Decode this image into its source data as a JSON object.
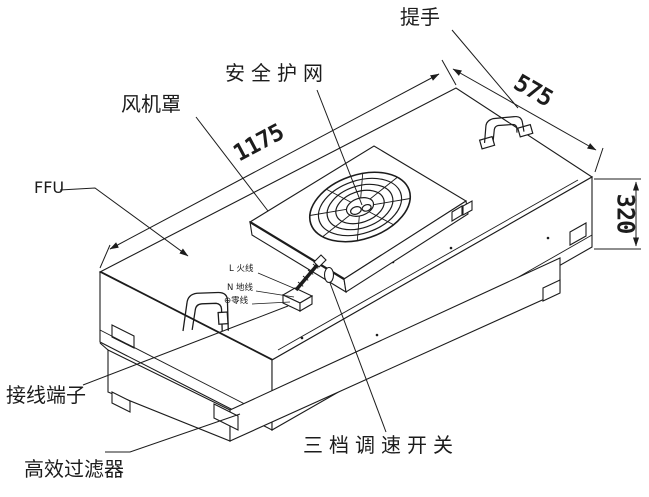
{
  "labels": {
    "ffu": "FFU",
    "fan_cover": "风机罩",
    "safety_net": "安全护网",
    "handle": "提手",
    "terminal": "接线端子",
    "hepa_filter": "高效过滤器",
    "speed_switch": "三档调速开关"
  },
  "dimensions": {
    "length": "1175",
    "width": "575",
    "height": "320"
  },
  "wiring": {
    "live": "L 火线",
    "ground": "N 地线",
    "neutral": "⊕零线"
  },
  "colors": {
    "line": "#1c1c1c",
    "background": "#ffffff"
  }
}
